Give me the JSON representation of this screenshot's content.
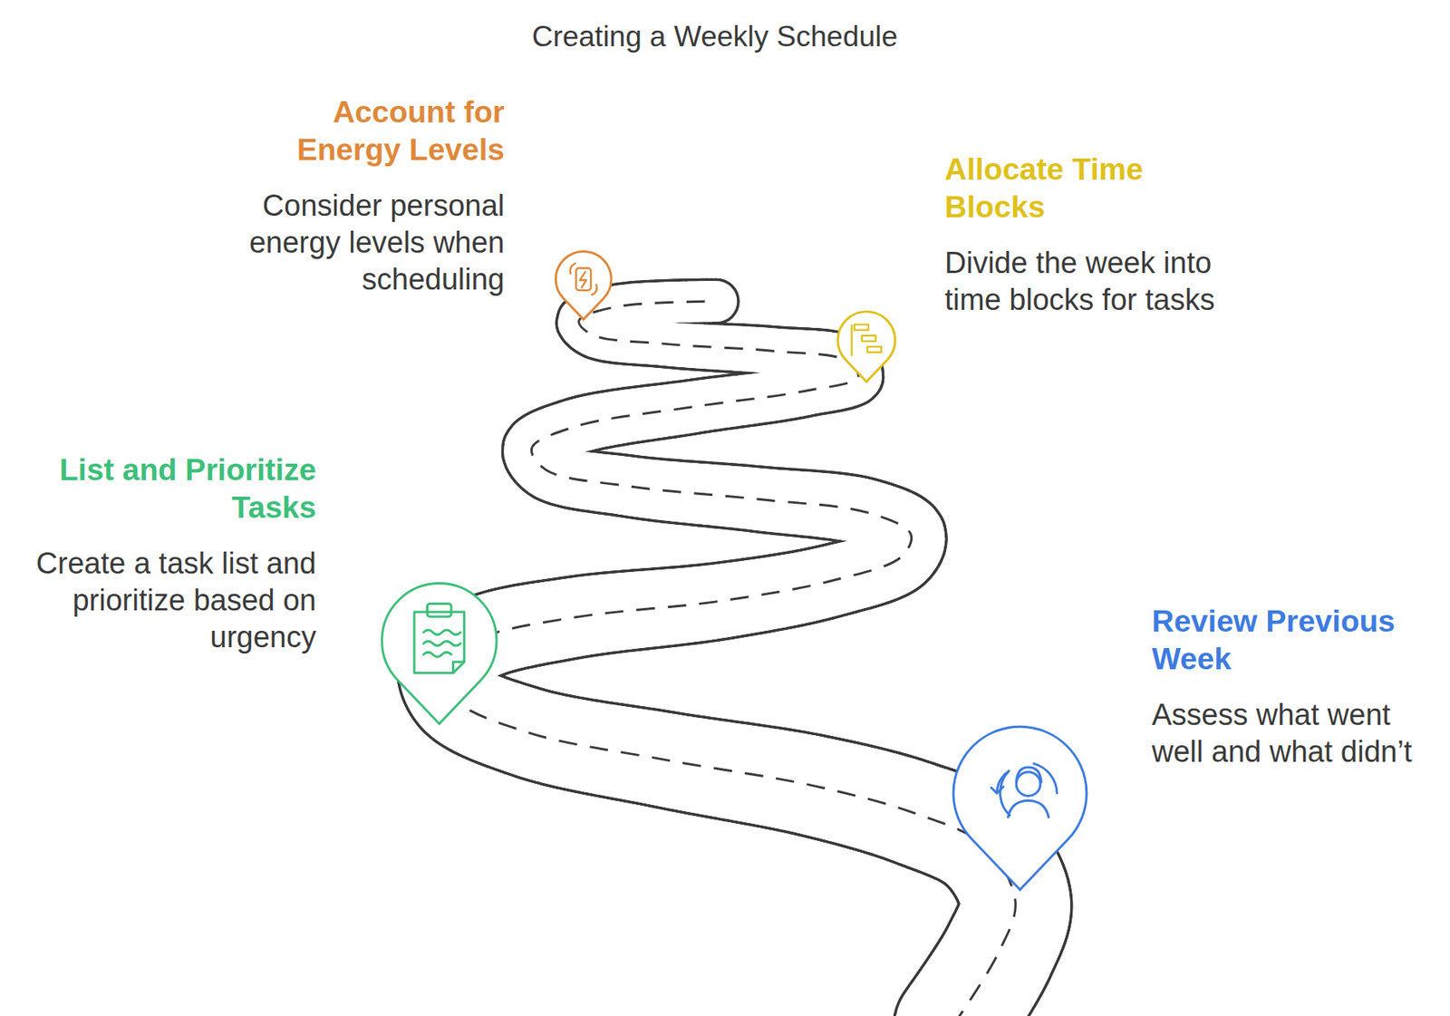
{
  "diagram": {
    "title": "Creating a Weekly Schedule",
    "nodes": [
      {
        "text": [
          "Account for Energy Levels",
          "Consider personal energy levels when scheduling"
        ]
      },
      {
        "text": [
          "Allocate Time Blocks",
          "Divide the week into time blocks for tasks"
        ]
      },
      {
        "text": [
          "List and Prioritize Tasks",
          "Create a task list and prioritize based on urgency"
        ]
      },
      {
        "text": [
          "Review Previous Week",
          "Assess what went well and what didn’t"
        ]
      }
    ]
  }
}
